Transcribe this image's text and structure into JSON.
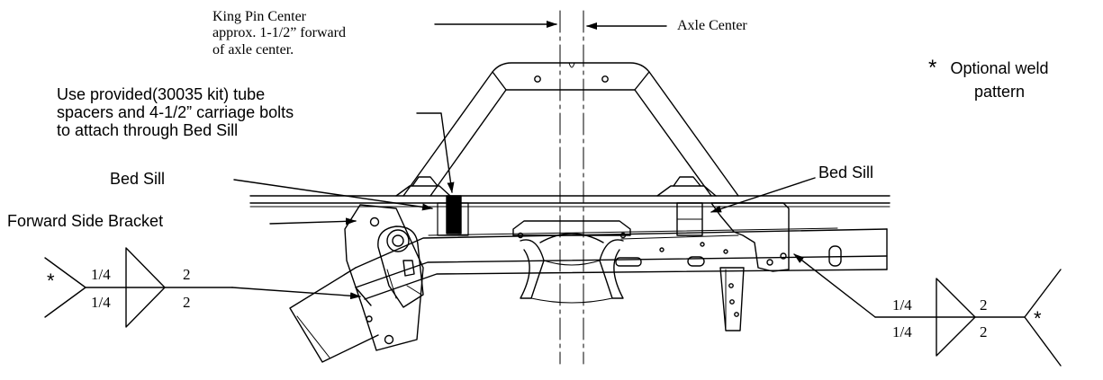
{
  "labels": {
    "king_pin_line1": "King Pin Center",
    "king_pin_line2": "approx. 1-1/2” forward",
    "king_pin_line3": "of axle center.",
    "axle_center": "Axle Center",
    "optional_star": "*",
    "optional_line1": "Optional weld",
    "optional_line2": "pattern",
    "tube_line1": "Use provided(30035 kit) tube",
    "tube_line2": "spacers and 4-1/2” carriage bolts",
    "tube_line3": "to attach through Bed Sill",
    "bed_sill_left": "Bed Sill",
    "bed_sill_right": "Bed Sill",
    "forward_side_bracket": "Forward Side Bracket"
  },
  "weld_left": {
    "star": "*",
    "top_size": "1/4",
    "bottom_size": "1/4",
    "top_length": "2",
    "bottom_length": "2"
  },
  "weld_right": {
    "star": "*",
    "top_size": "1/4",
    "bottom_size": "1/4",
    "top_length": "2",
    "bottom_length": "2"
  }
}
